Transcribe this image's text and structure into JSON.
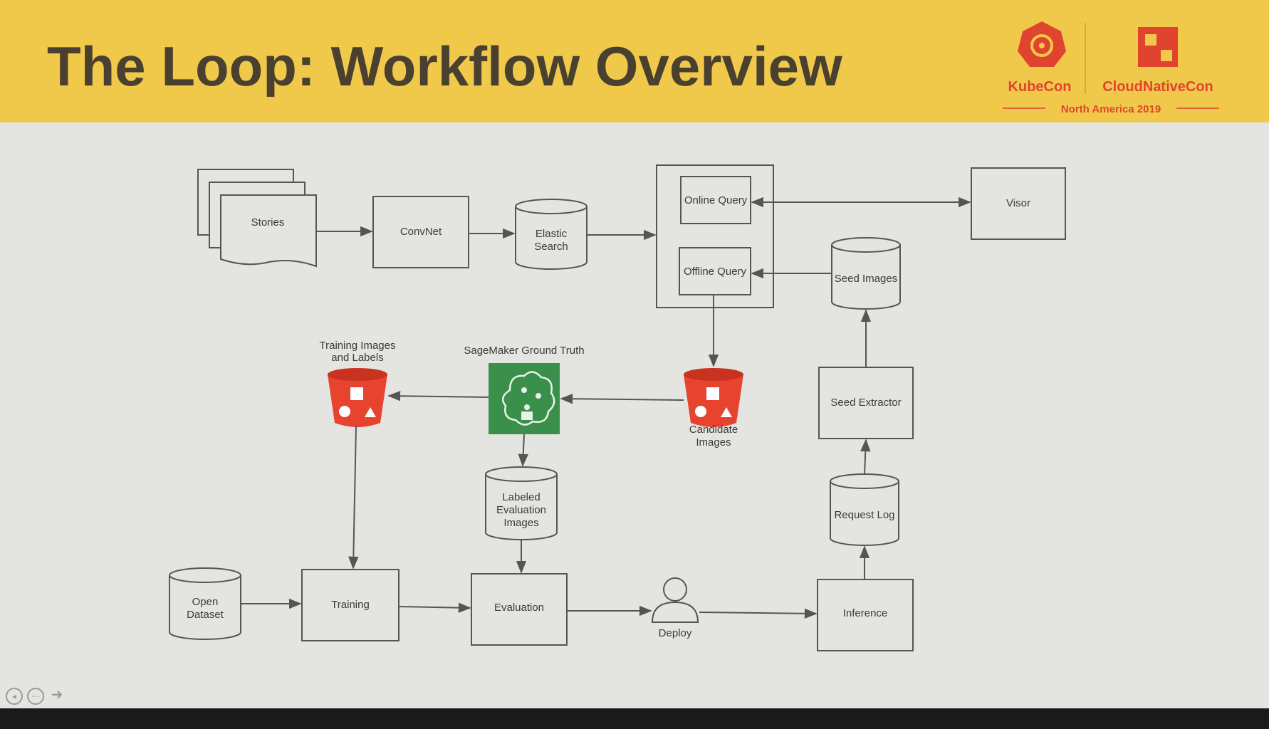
{
  "slide": {
    "title": "The Loop: Workflow Overview"
  },
  "branding": {
    "kubecon": "KubeCon",
    "cloudnativecon": "CloudNativeCon",
    "event": "North America 2019",
    "brand_color": "#e0442f",
    "header_color": "#f0c94a"
  },
  "nodes": {
    "stories": "Stories",
    "convnet": "ConvNet",
    "elastic_search": [
      "Elastic",
      "Search"
    ],
    "online_query": "Online Query",
    "offline_query": "Offline Query",
    "visor": "Visor",
    "seed_images": "Seed Images",
    "training_images": [
      "Training Images",
      "and Labels"
    ],
    "sagemaker": "SageMaker Ground Truth",
    "candidate_images": [
      "Candidate",
      "Images"
    ],
    "seed_extractor": "Seed Extractor",
    "labeled_eval": [
      "Labeled",
      "Evaluation",
      "Images"
    ],
    "request_log": "Request Log",
    "open_dataset": [
      "Open",
      "Dataset"
    ],
    "training": "Training",
    "evaluation": "Evaluation",
    "deploy": "Deploy",
    "inference": "Inference"
  },
  "colors": {
    "bucket": "#e8432e",
    "sagemaker": "#3a8f4a",
    "line": "#555555",
    "slide_bg": "#e4e5e0"
  },
  "icons": {
    "kubecon_logo": "helm-wheel-icon",
    "cncf_logo": "cncf-logo-icon",
    "bucket": "s3-bucket-icon",
    "sagemaker": "sagemaker-brain-icon",
    "deploy": "person-icon"
  }
}
